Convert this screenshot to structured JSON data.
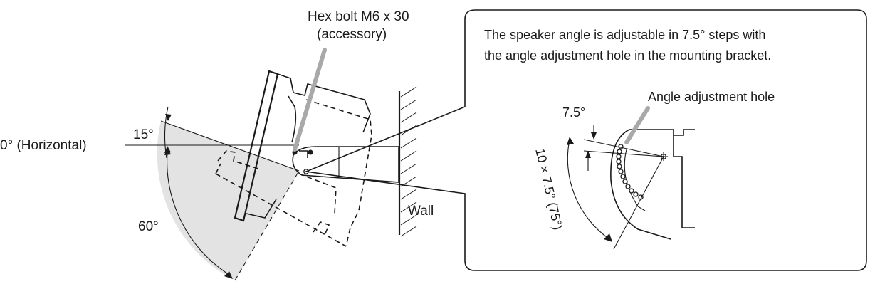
{
  "labels": {
    "bolt_line1": "Hex bolt M6 x 30",
    "bolt_line2": "(accessory)",
    "horizontal": "0° (Horizontal)",
    "angle_15": "15°",
    "angle_60": "60°",
    "wall": "Wall"
  },
  "callout": {
    "line1": "The speaker angle is adjustable in 7.5° steps with",
    "line2": "the angle adjustment hole in the mounting bracket.",
    "hole_label": "Angle adjustment hole",
    "step_label": "7.5°",
    "range_label": "10 × 7.5° (75°)"
  },
  "colors": {
    "line": "#1a1a1a",
    "sector_fill": "#e3e3e3",
    "pointer": "#a9a9a9"
  }
}
